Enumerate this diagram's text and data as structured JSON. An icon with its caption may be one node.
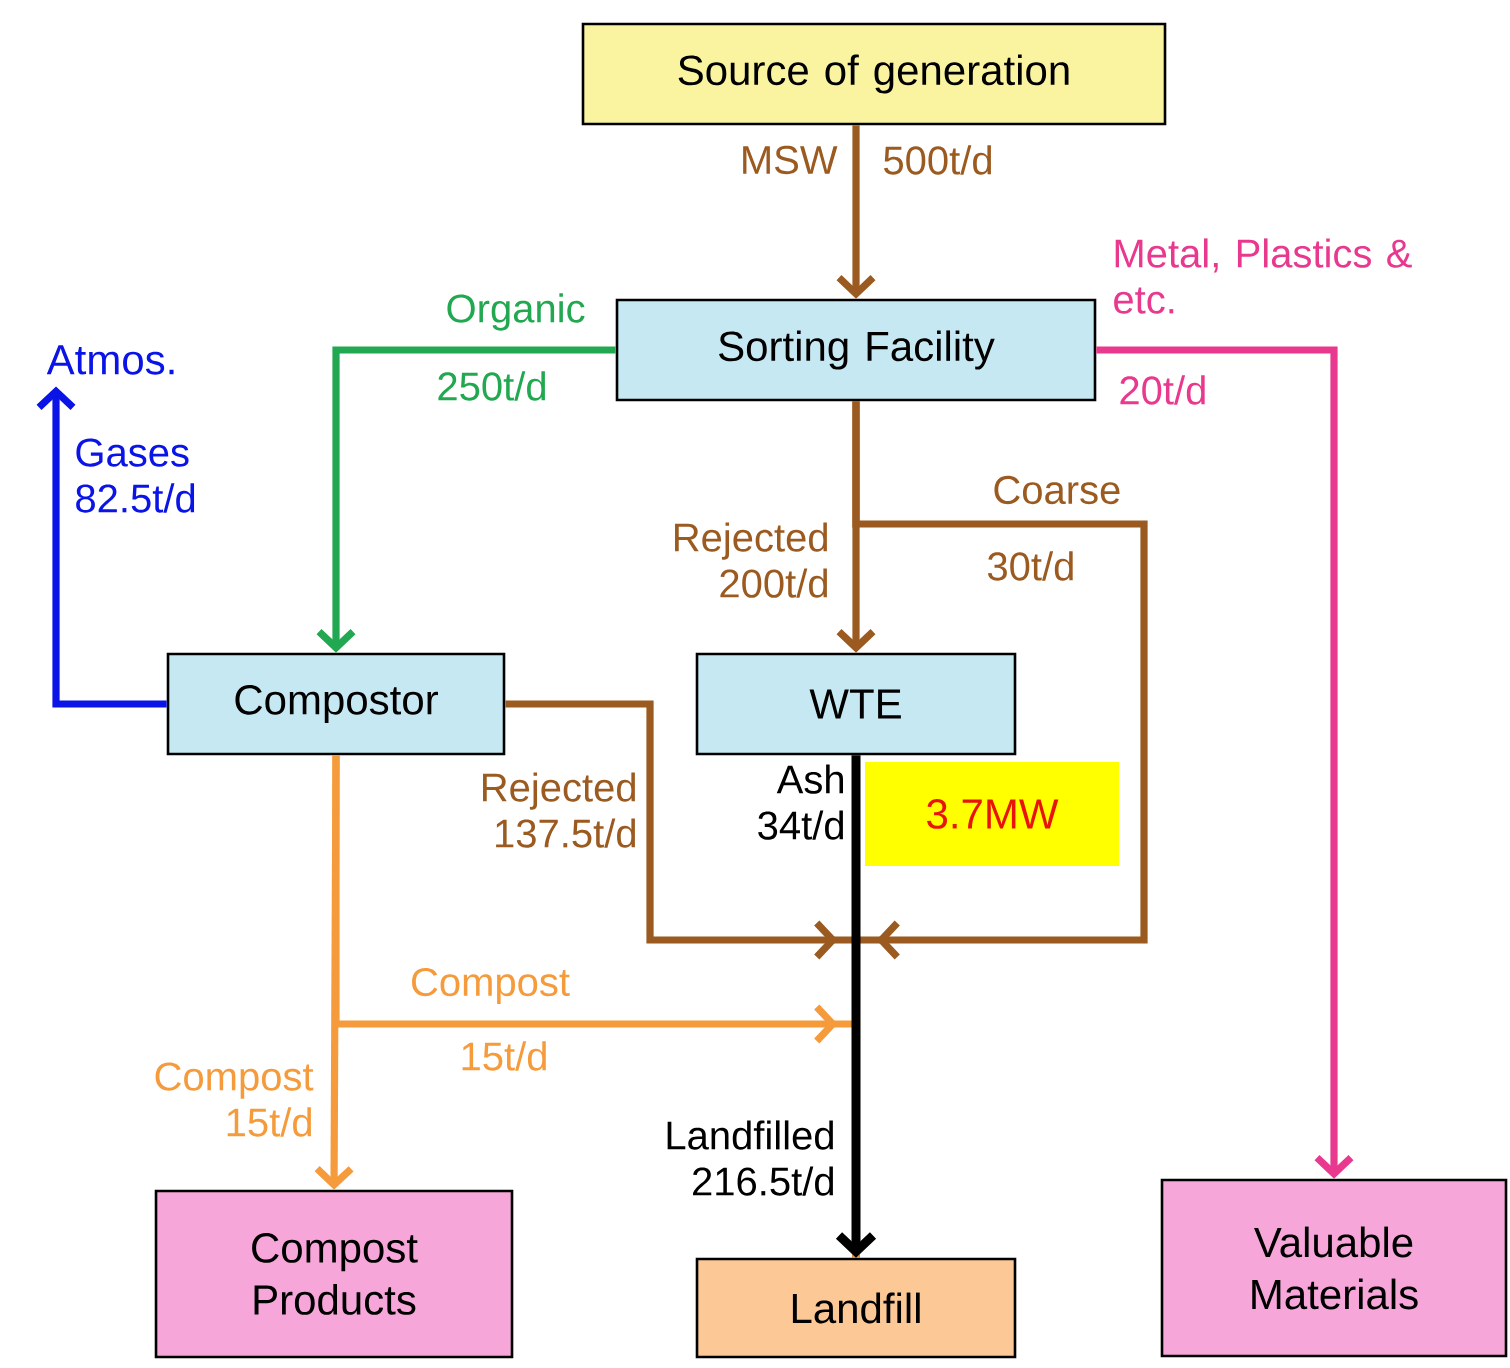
{
  "diagram": {
    "nodes": [
      {
        "text": [
          "Source of generation"
        ]
      },
      {
        "text": [
          "Sorting Facility"
        ]
      },
      {
        "text": [
          "Atmos."
        ]
      },
      {
        "text": [
          "Compostor"
        ]
      },
      {
        "text": [
          "WTE"
        ]
      },
      {
        "text": [
          "3.7MW"
        ]
      },
      {
        "text": [
          "Compost Products"
        ]
      },
      {
        "text": [
          "Landfill"
        ]
      },
      {
        "text": [
          "Valuable Materials"
        ]
      }
    ],
    "edges": [
      {
        "from": 0,
        "to": 1,
        "arrow": "to",
        "label": "MSW"
      },
      {
        "from": 1,
        "to": 3,
        "arrow": "to",
        "label": "Organic",
        "color": "#21a850"
      },
      {
        "from": 1,
        "to": 8,
        "arrow": "to",
        "label": "Metal, Plastics & etc.",
        "color": "#e8398f"
      },
      {
        "from": 1,
        "to": 4,
        "arrow": "to",
        "label": "Rejected 200t/d"
      },
      {
        "from": 1,
        "to": 7,
        "arrow": "to",
        "label": "Coarse"
      },
      {
        "from": 3,
        "to": 2,
        "arrow": "to",
        "label": "Gases 82.5t/d",
        "color": "#0a14e6"
      },
      {
        "from": 3,
        "to": 7,
        "arrow": "to",
        "label": "Rejected 137.5t/d"
      },
      {
        "from": 3,
        "to": 6,
        "arrow": "to",
        "label": "Compost 15t/d",
        "color": "#f59b3c"
      },
      {
        "from": 3,
        "to": 7,
        "arrow": "to",
        "label": "Compost",
        "color": "#f59b3c"
      },
      {
        "from": 4,
        "to": 7,
        "arrow": "to",
        "label": "Ash 34t/d",
        "color": "#000000"
      }
    ],
    "labels": [
      "500t/d",
      "250t/d",
      "20t/d",
      "30t/d",
      "15t/d",
      "Landfilled 216.5t/d"
    ]
  }
}
